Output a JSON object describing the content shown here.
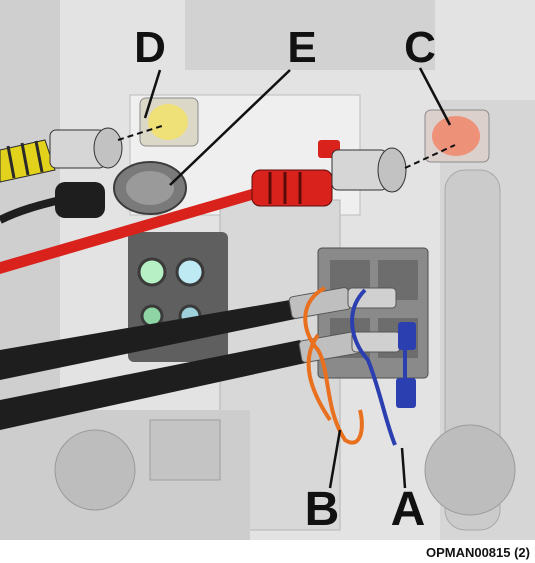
{
  "figure": {
    "figure_id": "OPMAN00815 (2)",
    "callouts": {
      "A": "A",
      "B": "B",
      "C": "C",
      "D": "D",
      "E": "E"
    },
    "colors": {
      "background_gray": "#e4e4e4",
      "machine_gray": "#c9c9c9",
      "dark_gray": "#6f6f6f",
      "hose_black": "#1e1e1e",
      "cable_red": "#d9221c",
      "coupler_yellow": "#e2d21c",
      "cap_orange": "#e8701e",
      "cap_blue": "#2b3fb0",
      "light_green": "#b7f0c4",
      "light_cyan": "#bdeaf3",
      "light_red": "#f08a70"
    },
    "icons": [
      "yellow-coupler-icon",
      "red-coupler-icon",
      "black-plug-icon",
      "seven-pin-socket-icon",
      "hydraulic-coupler-icon"
    ]
  }
}
